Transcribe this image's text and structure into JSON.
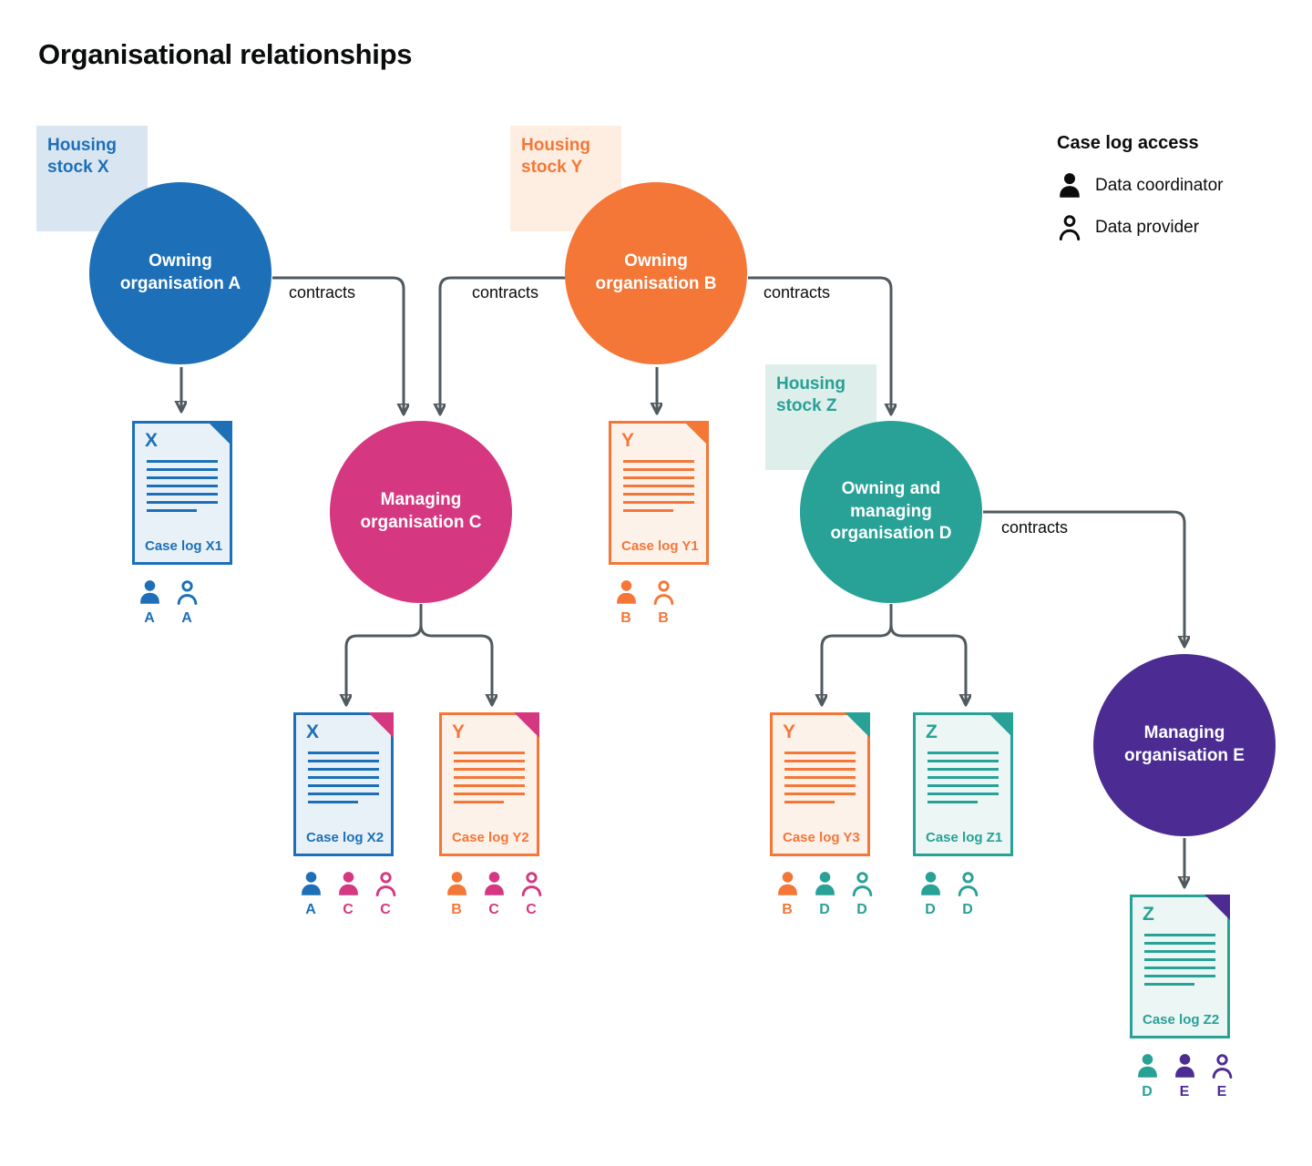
{
  "title": "Organisational relationships",
  "legend": {
    "title": "Case log access",
    "items": [
      {
        "icon": "person-filled-icon",
        "label": "Data coordinator"
      },
      {
        "icon": "person-outline-icon",
        "label": "Data provider"
      }
    ]
  },
  "contracts_label": "contracts",
  "colors": {
    "blue": "#1d70b8",
    "orange": "#f47738",
    "pink": "#d53880",
    "teal": "#28a197",
    "purple": "#4c2c92",
    "connector": "#505a5f",
    "text": "#0b0c0c"
  },
  "housing_stocks": [
    {
      "id": "X",
      "label": "Housing stock X",
      "color": "blue"
    },
    {
      "id": "Y",
      "label": "Housing stock Y",
      "color": "orange"
    },
    {
      "id": "Z",
      "label": "Housing stock Z",
      "color": "teal"
    }
  ],
  "organisations": [
    {
      "id": "A",
      "label": "Owning organisation A",
      "color": "blue"
    },
    {
      "id": "B",
      "label": "Owning organisation B",
      "color": "orange"
    },
    {
      "id": "C",
      "label": "Managing organisation C",
      "color": "pink"
    },
    {
      "id": "D",
      "label": "Owning and managing organisation D",
      "color": "teal"
    },
    {
      "id": "E",
      "label": "Managing organisation E",
      "color": "purple"
    }
  ],
  "case_logs": [
    {
      "letter": "X",
      "label": "Case log X1",
      "color": "blue",
      "fold": "blue",
      "access": [
        {
          "role": "Data coordinator",
          "letter": "A",
          "color": "blue"
        },
        {
          "role": "Data provider",
          "letter": "A",
          "color": "blue"
        }
      ]
    },
    {
      "letter": "Y",
      "label": "Case log Y1",
      "color": "orange",
      "fold": "orange",
      "access": [
        {
          "role": "Data coordinator",
          "letter": "B",
          "color": "orange"
        },
        {
          "role": "Data provider",
          "letter": "B",
          "color": "orange"
        }
      ]
    },
    {
      "letter": "X",
      "label": "Case log X2",
      "color": "blue",
      "fold": "pink",
      "access": [
        {
          "role": "Data coordinator",
          "letter": "A",
          "color": "blue"
        },
        {
          "role": "Data coordinator",
          "letter": "C",
          "color": "pink"
        },
        {
          "role": "Data provider",
          "letter": "C",
          "color": "pink"
        }
      ]
    },
    {
      "letter": "Y",
      "label": "Case log Y2",
      "color": "orange",
      "fold": "pink",
      "access": [
        {
          "role": "Data coordinator",
          "letter": "B",
          "color": "orange"
        },
        {
          "role": "Data coordinator",
          "letter": "C",
          "color": "pink"
        },
        {
          "role": "Data provider",
          "letter": "C",
          "color": "pink"
        }
      ]
    },
    {
      "letter": "Y",
      "label": "Case log Y3",
      "color": "orange",
      "fold": "teal",
      "access": [
        {
          "role": "Data coordinator",
          "letter": "B",
          "color": "orange"
        },
        {
          "role": "Data coordinator",
          "letter": "D",
          "color": "teal"
        },
        {
          "role": "Data provider",
          "letter": "D",
          "color": "teal"
        }
      ]
    },
    {
      "letter": "Z",
      "label": "Case log Z1",
      "color": "teal",
      "fold": "teal",
      "access": [
        {
          "role": "Data coordinator",
          "letter": "D",
          "color": "teal"
        },
        {
          "role": "Data provider",
          "letter": "D",
          "color": "teal"
        }
      ]
    },
    {
      "letter": "Z",
      "label": "Case log Z2",
      "color": "teal",
      "fold": "purple",
      "access": [
        {
          "role": "Data coordinator",
          "letter": "D",
          "color": "teal"
        },
        {
          "role": "Data coordinator",
          "letter": "E",
          "color": "purple"
        },
        {
          "role": "Data provider",
          "letter": "E",
          "color": "purple"
        }
      ]
    }
  ]
}
